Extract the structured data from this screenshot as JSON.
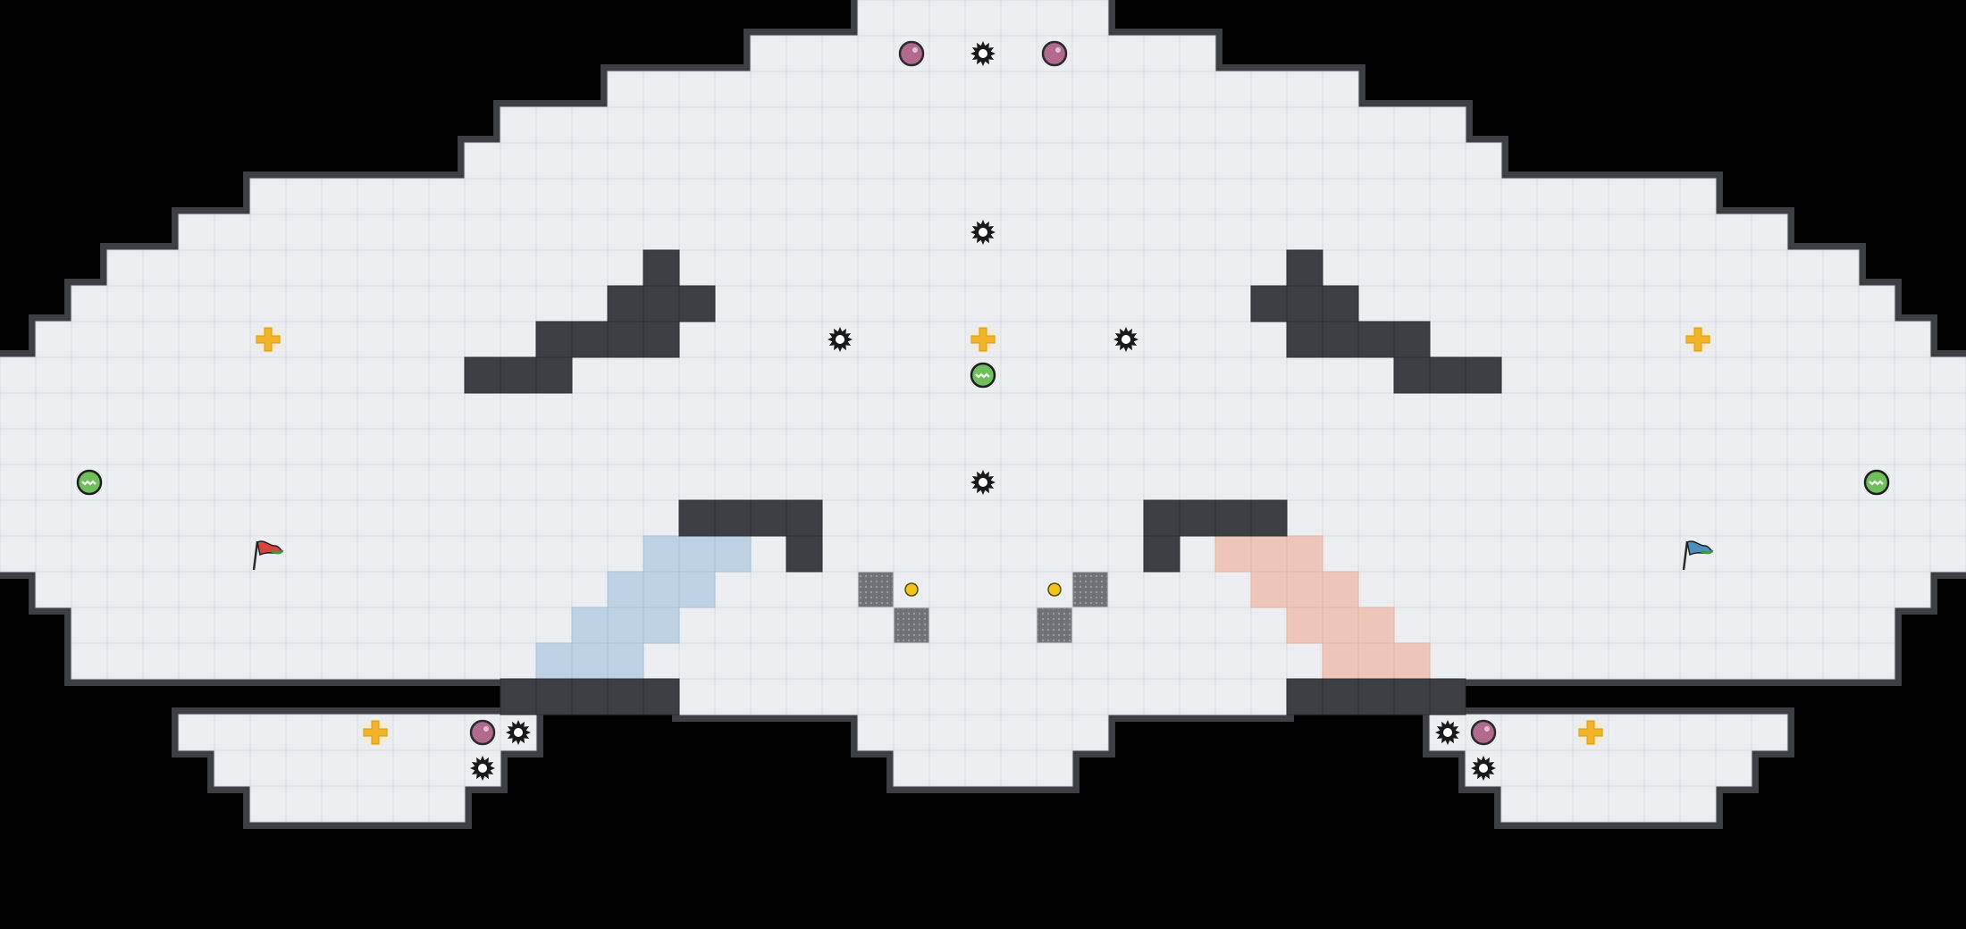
{
  "game": {
    "grid": {
      "cols": 55,
      "rows": 23,
      "row_spans": [
        [
          24,
          30
        ],
        [
          21,
          33
        ],
        [
          17,
          37
        ],
        [
          14,
          40
        ],
        [
          13,
          41
        ],
        [
          7,
          47
        ],
        [
          5,
          49
        ],
        [
          3,
          51
        ],
        [
          2,
          52
        ],
        [
          1,
          53
        ],
        [
          0,
          54
        ],
        [
          0,
          54
        ],
        [
          0,
          54
        ],
        [
          0,
          54
        ],
        [
          0,
          54
        ],
        [
          0,
          54
        ],
        [
          1,
          53
        ],
        [
          2,
          52
        ],
        [
          2,
          52
        ],
        [
          3,
          51
        ],
        [
          5,
          49
        ],
        [
          6,
          48
        ],
        [
          7,
          47
        ]
      ],
      "holes": [
        [
          19,
          0
        ],
        [
          19,
          1
        ],
        [
          19,
          2
        ],
        [
          19,
          3
        ],
        [
          19,
          4
        ],
        [
          19,
          5
        ],
        [
          19,
          6
        ],
        [
          19,
          7
        ],
        [
          19,
          8
        ],
        [
          19,
          9
        ],
        [
          19,
          10
        ],
        [
          19,
          11
        ],
        [
          19,
          12
        ],
        [
          19,
          13
        ],
        [
          19,
          14
        ],
        [
          19,
          15
        ],
        [
          19,
          16
        ],
        [
          19,
          17
        ],
        [
          19,
          18
        ],
        [
          19,
          36
        ],
        [
          19,
          37
        ],
        [
          19,
          38
        ],
        [
          19,
          39
        ],
        [
          19,
          40
        ],
        [
          19,
          41
        ],
        [
          19,
          42
        ],
        [
          19,
          43
        ],
        [
          19,
          44
        ],
        [
          19,
          45
        ],
        [
          19,
          46
        ],
        [
          19,
          47
        ],
        [
          19,
          48
        ],
        [
          19,
          49
        ],
        [
          19,
          50
        ],
        [
          19,
          51
        ],
        [
          19,
          52
        ],
        [
          19,
          53
        ],
        [
          19,
          54
        ],
        [
          20,
          15
        ],
        [
          20,
          16
        ],
        [
          20,
          17
        ],
        [
          20,
          18
        ],
        [
          20,
          19
        ],
        [
          20,
          20
        ],
        [
          20,
          21
        ],
        [
          20,
          22
        ],
        [
          20,
          23
        ],
        [
          20,
          31
        ],
        [
          20,
          32
        ],
        [
          20,
          33
        ],
        [
          20,
          34
        ],
        [
          20,
          35
        ],
        [
          20,
          36
        ],
        [
          20,
          37
        ],
        [
          20,
          38
        ],
        [
          20,
          39
        ],
        [
          21,
          14
        ],
        [
          21,
          15
        ],
        [
          21,
          16
        ],
        [
          21,
          17
        ],
        [
          21,
          18
        ],
        [
          21,
          19
        ],
        [
          21,
          20
        ],
        [
          21,
          21
        ],
        [
          21,
          22
        ],
        [
          21,
          23
        ],
        [
          21,
          24
        ],
        [
          21,
          30
        ],
        [
          21,
          31
        ],
        [
          21,
          32
        ],
        [
          21,
          33
        ],
        [
          21,
          34
        ],
        [
          21,
          35
        ],
        [
          21,
          36
        ],
        [
          21,
          37
        ],
        [
          21,
          38
        ],
        [
          21,
          39
        ],
        [
          21,
          40
        ],
        [
          22,
          13
        ],
        [
          22,
          14
        ],
        [
          22,
          15
        ],
        [
          22,
          16
        ],
        [
          22,
          17
        ],
        [
          22,
          18
        ],
        [
          22,
          19
        ],
        [
          22,
          20
        ],
        [
          22,
          21
        ],
        [
          22,
          22
        ],
        [
          22,
          23
        ],
        [
          22,
          24
        ],
        [
          22,
          25
        ],
        [
          22,
          26
        ],
        [
          22,
          27
        ],
        [
          22,
          28
        ],
        [
          22,
          29
        ],
        [
          22,
          30
        ],
        [
          22,
          31
        ],
        [
          22,
          32
        ],
        [
          22,
          33
        ],
        [
          22,
          34
        ],
        [
          22,
          35
        ],
        [
          22,
          36
        ],
        [
          22,
          37
        ],
        [
          22,
          38
        ],
        [
          22,
          39
        ],
        [
          22,
          40
        ],
        [
          22,
          41
        ]
      ]
    },
    "walls": [
      {
        "name": "ramp-left-upper",
        "cells": [
          [
            7,
            18
          ],
          [
            8,
            17
          ],
          [
            8,
            18
          ],
          [
            8,
            19
          ],
          [
            9,
            15
          ],
          [
            9,
            16
          ],
          [
            9,
            17
          ],
          [
            9,
            18
          ],
          [
            10,
            13
          ],
          [
            10,
            14
          ],
          [
            10,
            15
          ]
        ]
      },
      {
        "name": "ramp-right-upper",
        "cells": [
          [
            7,
            36
          ],
          [
            8,
            35
          ],
          [
            8,
            36
          ],
          [
            8,
            37
          ],
          [
            9,
            36
          ],
          [
            9,
            37
          ],
          [
            9,
            38
          ],
          [
            9,
            39
          ],
          [
            10,
            39
          ],
          [
            10,
            40
          ],
          [
            10,
            41
          ]
        ]
      },
      {
        "name": "ledge-left-center",
        "cells": [
          [
            14,
            19
          ],
          [
            14,
            20
          ],
          [
            14,
            21
          ],
          [
            14,
            22
          ],
          [
            15,
            22
          ]
        ]
      },
      {
        "name": "ledge-right-center",
        "cells": [
          [
            14,
            32
          ],
          [
            14,
            33
          ],
          [
            14,
            34
          ],
          [
            14,
            35
          ],
          [
            15,
            32
          ]
        ]
      },
      {
        "name": "ledge-bottom-left",
        "cells": [
          [
            19,
            14
          ],
          [
            19,
            15
          ],
          [
            19,
            16
          ],
          [
            19,
            17
          ],
          [
            19,
            18
          ]
        ]
      },
      {
        "name": "ledge-bottom-right",
        "cells": [
          [
            19,
            36
          ],
          [
            19,
            37
          ],
          [
            19,
            38
          ],
          [
            19,
            39
          ],
          [
            19,
            40
          ]
        ]
      }
    ],
    "colors": {
      "void": "#000000",
      "floor": "#eceef1",
      "grid_line": "#d6d9de",
      "wall": "#3d3f44",
      "wall_edge": "#2c2e32",
      "blue_zone": "#bdd3e5",
      "red_zone": "#edc6b9",
      "red_flag": "#d9453c",
      "blue_flag": "#4c8fb8",
      "bomb": "#b06a8e",
      "boost": "#f2b52a",
      "powerup": "#6fbf5c",
      "spike": "#1a1a1a",
      "gate": "#7a7c80",
      "button": "#f0c419"
    },
    "zones": {
      "blue": [
        [
          15,
          18
        ],
        [
          15,
          19
        ],
        [
          15,
          20
        ],
        [
          16,
          17
        ],
        [
          16,
          18
        ],
        [
          16,
          19
        ],
        [
          17,
          16
        ],
        [
          17,
          17
        ],
        [
          17,
          18
        ],
        [
          18,
          15
        ],
        [
          18,
          16
        ],
        [
          18,
          17
        ]
      ],
      "red": [
        [
          15,
          34
        ],
        [
          15,
          35
        ],
        [
          15,
          36
        ],
        [
          16,
          35
        ],
        [
          16,
          36
        ],
        [
          16,
          37
        ],
        [
          17,
          36
        ],
        [
          17,
          37
        ],
        [
          17,
          38
        ],
        [
          18,
          37
        ],
        [
          18,
          38
        ],
        [
          18,
          39
        ]
      ]
    },
    "flags": [
      {
        "team": "red",
        "icon": "red-flag-icon",
        "row": 15,
        "col": 7
      },
      {
        "team": "blue",
        "icon": "blue-flag-icon",
        "row": 15,
        "col": 47
      }
    ],
    "bombs": [
      {
        "row": 1,
        "col": 25
      },
      {
        "row": 1,
        "col": 29
      },
      {
        "row": 20,
        "col": 13
      },
      {
        "row": 20,
        "col": 41
      }
    ],
    "spikes": [
      {
        "row": 1,
        "col": 27
      },
      {
        "row": 6,
        "col": 27
      },
      {
        "row": 9,
        "col": 23
      },
      {
        "row": 9,
        "col": 31
      },
      {
        "row": 13,
        "col": 27
      },
      {
        "row": 20,
        "col": 14
      },
      {
        "row": 21,
        "col": 13
      },
      {
        "row": 20,
        "col": 40
      },
      {
        "row": 21,
        "col": 41
      }
    ],
    "boosts": [
      {
        "row": 9,
        "col": 7
      },
      {
        "row": 9,
        "col": 27
      },
      {
        "row": 9,
        "col": 47
      },
      {
        "row": 20,
        "col": 10
      },
      {
        "row": 20,
        "col": 44
      }
    ],
    "powerups": [
      {
        "row": 10,
        "col": 27
      },
      {
        "row": 13,
        "col": 2
      },
      {
        "row": 13,
        "col": 52
      }
    ],
    "gates": [
      {
        "row": 16,
        "col": 24
      },
      {
        "row": 17,
        "col": 25
      },
      {
        "row": 16,
        "col": 30
      },
      {
        "row": 17,
        "col": 29
      }
    ],
    "buttons": [
      {
        "row": 16,
        "col": 25
      },
      {
        "row": 16,
        "col": 29
      }
    ]
  }
}
